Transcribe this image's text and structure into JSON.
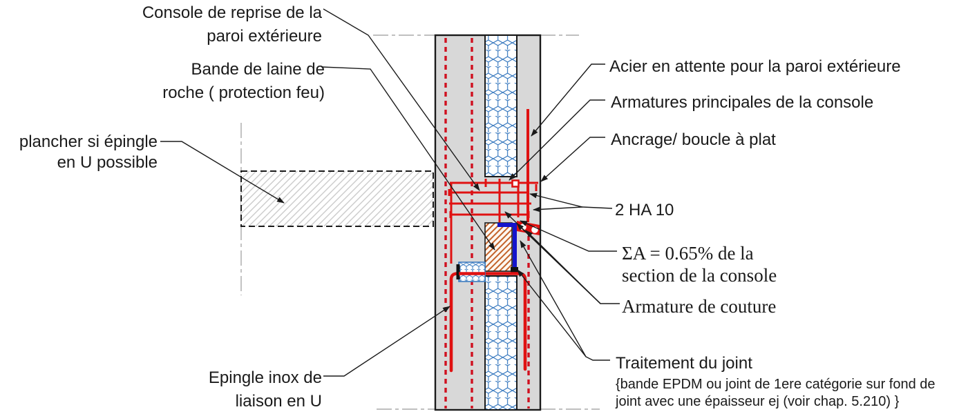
{
  "diagram": {
    "labels": {
      "console": {
        "line1": "Console de reprise de la",
        "line2": "paroi extérieure"
      },
      "bande": {
        "line1": "Bande de laine de",
        "line2": "roche ( protection feu)"
      },
      "plancher": {
        "line1": "plancher si épingle",
        "line2": "en U possible"
      },
      "acier_attente": "Acier en attente pour la paroi extérieure",
      "armatures_principales": "Armatures principales de la console",
      "ancrage": "Ancrage/ boucle à plat",
      "ha10": "2 HA 10",
      "sigma": {
        "line1": "ΣA = 0.65% de la",
        "line2": "section de la console"
      },
      "couture": "Armature de couture",
      "traitement": "Traitement du joint",
      "traitement_note1": "{bande EPDM ou joint de 1ere catégorie sur fond de",
      "traitement_note2": "joint avec une épaisseur ej (voir chap. 5.210) }",
      "epingle": {
        "line1": "Epingle inox de",
        "line2": "liaison en U"
      }
    },
    "colors": {
      "rebar_red": "#e01212",
      "joint_blue": "#1414cc",
      "insulation_hex_blue": "#3a7abf",
      "rockwool_orange": "#c3622a",
      "concrete_gray": "#d8d8d8",
      "line_black": "#1a1a1a",
      "centerline_gray": "#999999",
      "slab_hatch_gray": "#c6c6c6"
    }
  }
}
